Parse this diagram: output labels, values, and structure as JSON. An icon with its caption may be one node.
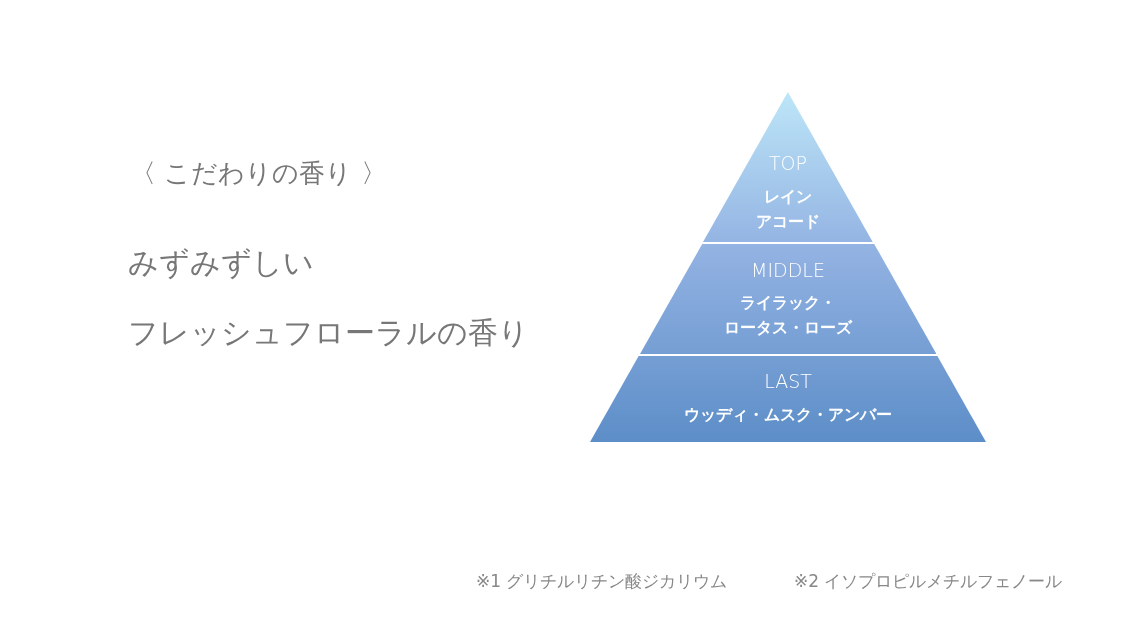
{
  "diagram": {
    "title": "〈 こだわりの香り 〉",
    "nodes": [
      {
        "text": [
          "TOP",
          "レインアコード"
        ]
      },
      {
        "text": [
          "MIDDLE",
          "ライラック・ロータス・ローズ"
        ]
      },
      {
        "text": [
          "LAST",
          "ウッディ・ムスク・アンバー"
        ]
      }
    ],
    "labels": [
      "みずみずしい",
      "フレッシュフローラルの香り",
      "※1 グリチルリチン酸ジカリウム",
      "※2 イソプロピルメチルフェノール"
    ]
  }
}
